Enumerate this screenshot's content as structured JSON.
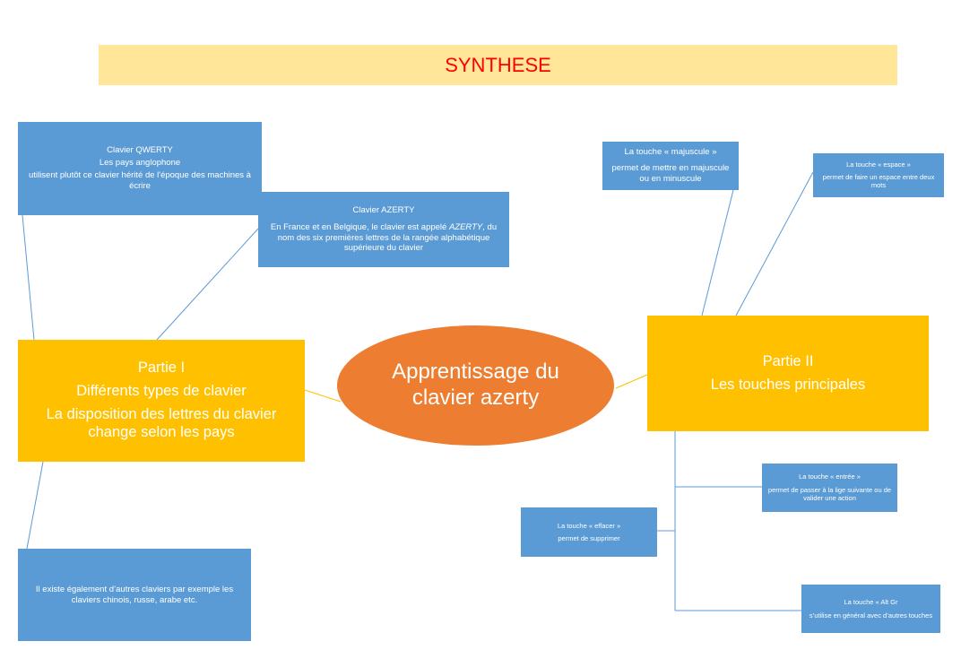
{
  "banner": {
    "title": "SYNTHESE"
  },
  "center": {
    "label": "Apprentissage du clavier azerty"
  },
  "part1": {
    "title": "Partie I",
    "line1": "Différents types de clavier",
    "line2": "La disposition des lettres du clavier change selon les pays"
  },
  "part2": {
    "title": "Partie II",
    "line1": "Les touches principales"
  },
  "qwerty": {
    "title": "Clavier QWERTY",
    "line1": "Les pays anglophone",
    "line2": "utilisent plutôt ce clavier hérité de l'époque des machines à écrire"
  },
  "azerty": {
    "title": "Clavier AZERTY",
    "text_before": "En France et en Belgique, le clavier est appelé ",
    "text_italic": "AZERTY",
    "text_after": ", du nom des six premières lettres de la rangée alphabétique supérieure du clavier"
  },
  "other": {
    "text": "Il existe également d’autres claviers par exemple les claviers chinois, russe, arabe etc."
  },
  "majuscule": {
    "title": "La touche « majuscule »",
    "desc": "permet de mettre en majuscule ou en minuscule"
  },
  "espace": {
    "title": "La touche « espace »",
    "desc": "permet de faire un espace entre deux mots"
  },
  "entree": {
    "title": "La touche « entrée »",
    "desc": "permet de passer à la lige suivante ou de valider une action"
  },
  "effacer": {
    "title": "La touche « effacer »",
    "desc": "permet de supprimer"
  },
  "altgr": {
    "title": "La touche « Alt Gr",
    "desc": "s’utilise en général avec d’autres touches"
  },
  "colors": {
    "banner_bg": "#ffe699",
    "banner_text": "#ff0000",
    "blue_box": "#5b9bd5",
    "yellow_box": "#ffc000",
    "center_ellipse": "#ed7d31"
  }
}
